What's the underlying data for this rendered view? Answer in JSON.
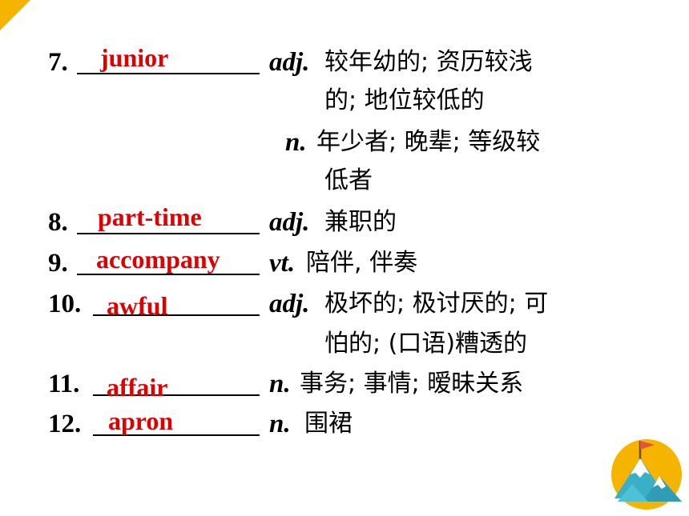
{
  "colors": {
    "accent": "#f5b400",
    "answer": "#e00000"
  },
  "items": [
    {
      "num": "7.",
      "answer": "junior",
      "pos": "adj.",
      "def1": "较年幼的; 资历较浅",
      "def2": "的; 地位较低的",
      "pos2": "n.",
      "def3": "年少者; 晚辈; 等级较",
      "def4": "低者"
    },
    {
      "num": "8.",
      "answer": "part-time",
      "pos": "adj.",
      "def1": "兼职的"
    },
    {
      "num": "9.",
      "answer": "accompany",
      "pos": "vt.",
      "def1": "陪伴, 伴奏"
    },
    {
      "num": "10.",
      "answer": "awful",
      "pos": "adj.",
      "def1": "极坏的; 极讨厌的; 可",
      "def2": "怕的; (口语)糟透的"
    },
    {
      "num": "11.",
      "answer": "affair",
      "pos": "n.",
      "def1": "事务; 事情; 暧昧关系"
    },
    {
      "num": "12.",
      "answer": "apron",
      "pos": "n.",
      "def1": "围裙"
    }
  ]
}
